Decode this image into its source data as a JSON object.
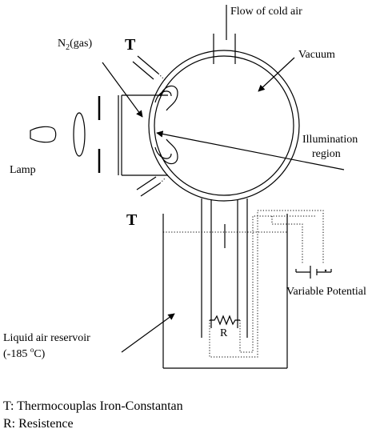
{
  "labels": {
    "cold_air": "Flow of cold air",
    "vacuum": "Vacuum",
    "n2_main": "N",
    "n2_sub": "2",
    "n2_rest": "(gas)",
    "t_top": "T",
    "t_bottom": "T",
    "lamp": "Lamp",
    "illumination_1": "Illumination",
    "illumination_2": "region",
    "variable_potential": "Variable Potential",
    "resistor": "R",
    "reservoir_1": "Liquid air reservoir",
    "reservoir_2_prefix": "(-185 ",
    "reservoir_2_sup": "o",
    "reservoir_2_suffix": "C)"
  },
  "legend": {
    "line1": "T: Thermocouplas Iron-Constantan",
    "line2": "R: Resistence"
  }
}
